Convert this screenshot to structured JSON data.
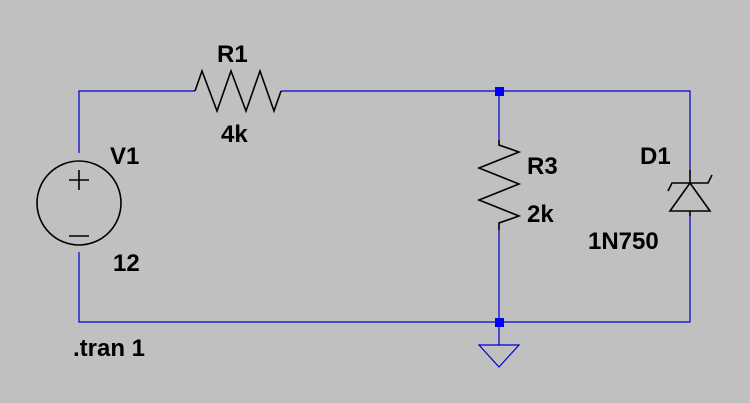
{
  "colors": {
    "background": "#c0c0c0",
    "wire": "#0000cc",
    "junction": "#0000ff",
    "component": "#000000"
  },
  "components": {
    "v1": {
      "name": "V1",
      "value": "12",
      "type": "voltage-source"
    },
    "r1": {
      "name": "R1",
      "value": "4k",
      "type": "resistor"
    },
    "r3": {
      "name": "R3",
      "value": "2k",
      "type": "resistor"
    },
    "d1": {
      "name": "D1",
      "value": "1N750",
      "type": "zener-diode"
    }
  },
  "directive": ".tran 1"
}
